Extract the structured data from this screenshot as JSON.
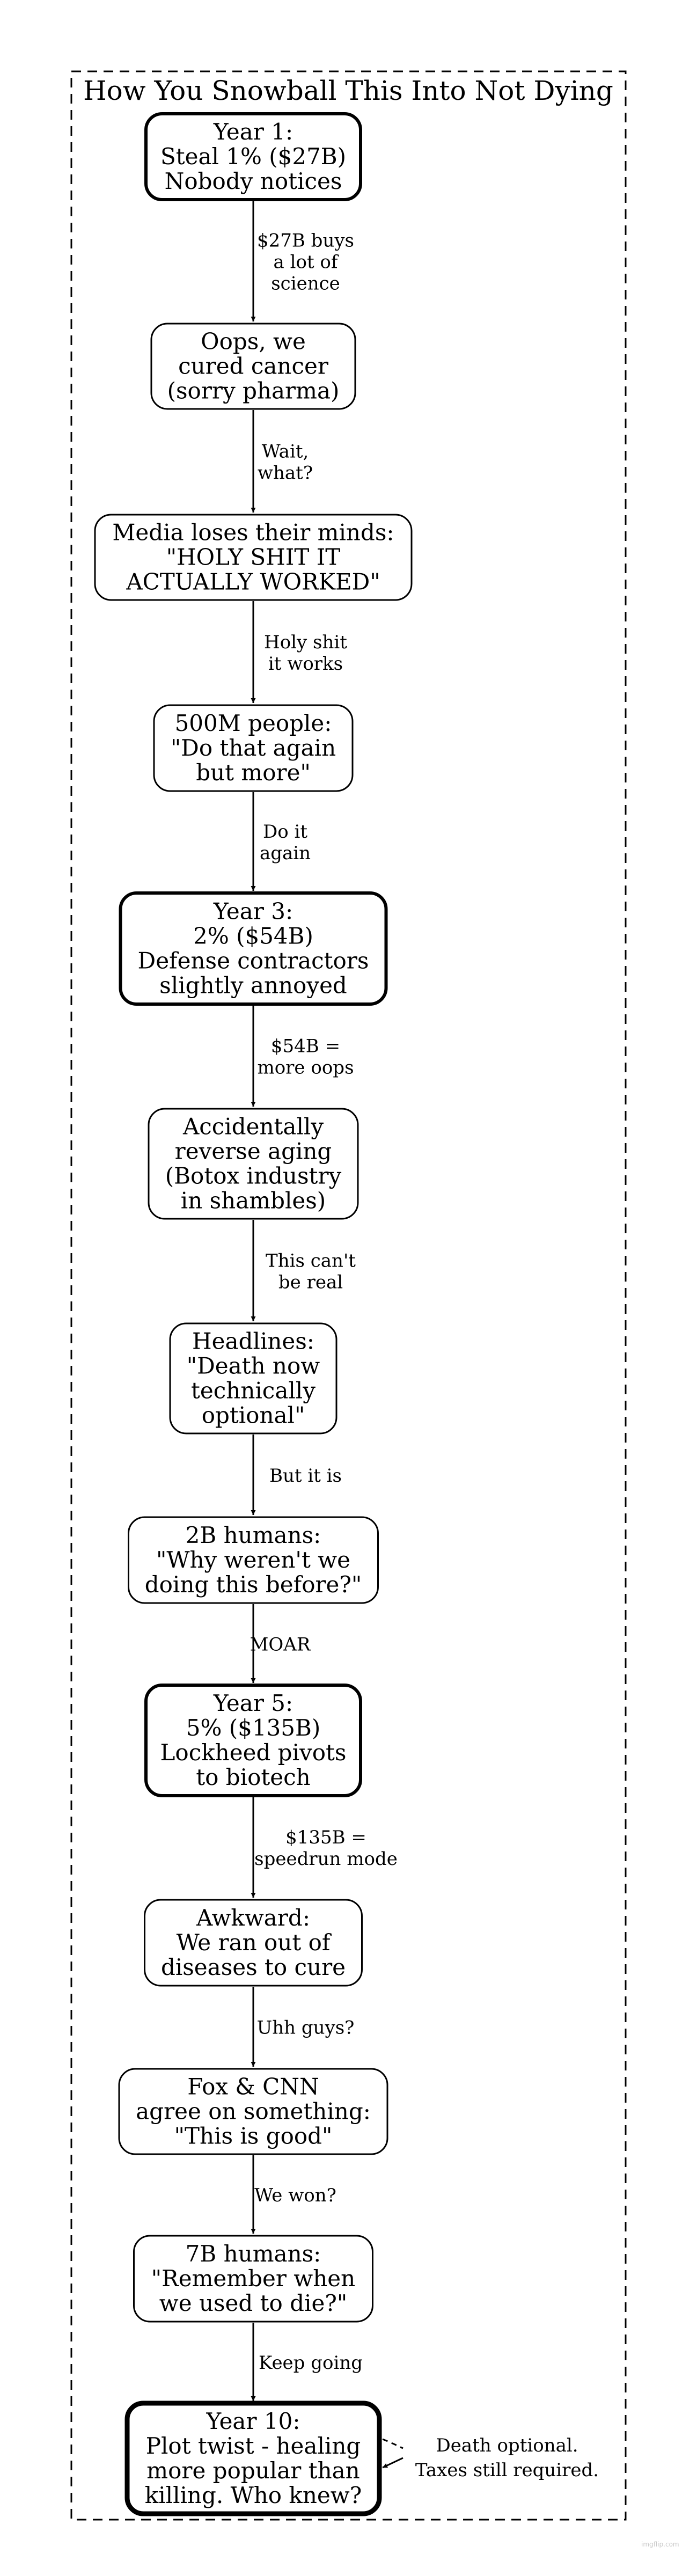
{
  "diagram": {
    "title": "How You Snowball This Into Not Dying",
    "watermark": "imgflip.com",
    "nodes": [
      {
        "id": "y1",
        "lines": [
          "Year 1:",
          "Steal 1% ($27B)",
          "Nobody notices"
        ],
        "emphasis": "bold"
      },
      {
        "id": "cancer",
        "lines": [
          "Oops, we",
          "cured cancer",
          "(sorry pharma)"
        ],
        "emphasis": "normal"
      },
      {
        "id": "media",
        "lines": [
          "Media loses their minds:",
          "\"HOLY SHIT IT",
          "ACTUALLY WORKED\""
        ],
        "emphasis": "normal"
      },
      {
        "id": "p500m",
        "lines": [
          "500M people:",
          "\"Do that again",
          "but more\""
        ],
        "emphasis": "normal"
      },
      {
        "id": "y3",
        "lines": [
          "Year 3:",
          "2% ($54B)",
          "Defense contractors",
          "slightly annoyed"
        ],
        "emphasis": "bold"
      },
      {
        "id": "aging",
        "lines": [
          "Accidentally",
          "reverse aging",
          "(Botox industry",
          "in shambles)"
        ],
        "emphasis": "normal"
      },
      {
        "id": "headlines",
        "lines": [
          "Headlines:",
          "\"Death now",
          "technically",
          "optional\""
        ],
        "emphasis": "normal"
      },
      {
        "id": "h2b",
        "lines": [
          "2B humans:",
          "\"Why weren't we",
          "doing this before?\""
        ],
        "emphasis": "normal"
      },
      {
        "id": "y5",
        "lines": [
          "Year 5:",
          "5% ($135B)",
          "Lockheed pivots",
          "to biotech"
        ],
        "emphasis": "bold"
      },
      {
        "id": "awkward",
        "lines": [
          "Awkward:",
          "We ran out of",
          "diseases to cure"
        ],
        "emphasis": "normal"
      },
      {
        "id": "foxcnn",
        "lines": [
          "Fox & CNN",
          "agree on something:",
          "\"This is good\""
        ],
        "emphasis": "normal"
      },
      {
        "id": "h7b",
        "lines": [
          "7B humans:",
          "\"Remember when",
          "we used to die?\""
        ],
        "emphasis": "normal"
      },
      {
        "id": "y10",
        "lines": [
          "Year 10:",
          "Plot twist - healing",
          "more popular than",
          "killing. Who knew?"
        ],
        "emphasis": "bolder"
      }
    ],
    "edges": [
      {
        "from": "y1",
        "to": "cancer",
        "label": [
          "$27B buys",
          "a lot of",
          "science"
        ]
      },
      {
        "from": "cancer",
        "to": "media",
        "label": [
          "Wait,",
          "what?"
        ]
      },
      {
        "from": "media",
        "to": "p500m",
        "label": [
          "Holy shit",
          "it works"
        ]
      },
      {
        "from": "p500m",
        "to": "y3",
        "label": [
          "Do it",
          "again"
        ]
      },
      {
        "from": "y3",
        "to": "aging",
        "label": [
          "$54B =",
          "more oops"
        ]
      },
      {
        "from": "aging",
        "to": "headlines",
        "label": [
          "This can't",
          "be real"
        ]
      },
      {
        "from": "headlines",
        "to": "h2b",
        "label": [
          "But it is"
        ]
      },
      {
        "from": "h2b",
        "to": "y5",
        "label": [
          "MOAR"
        ]
      },
      {
        "from": "y5",
        "to": "awkward",
        "label": [
          "$135B =",
          "speedrun mode"
        ]
      },
      {
        "from": "awkward",
        "to": "foxcnn",
        "label": [
          "Uhh guys?"
        ]
      },
      {
        "from": "foxcnn",
        "to": "h7b",
        "label": [
          "We won?"
        ]
      },
      {
        "from": "h7b",
        "to": "y10",
        "label": [
          "Keep going"
        ]
      }
    ],
    "note": {
      "attached_to": "y10",
      "lines": [
        "Death optional.",
        "Taxes still required."
      ]
    }
  }
}
